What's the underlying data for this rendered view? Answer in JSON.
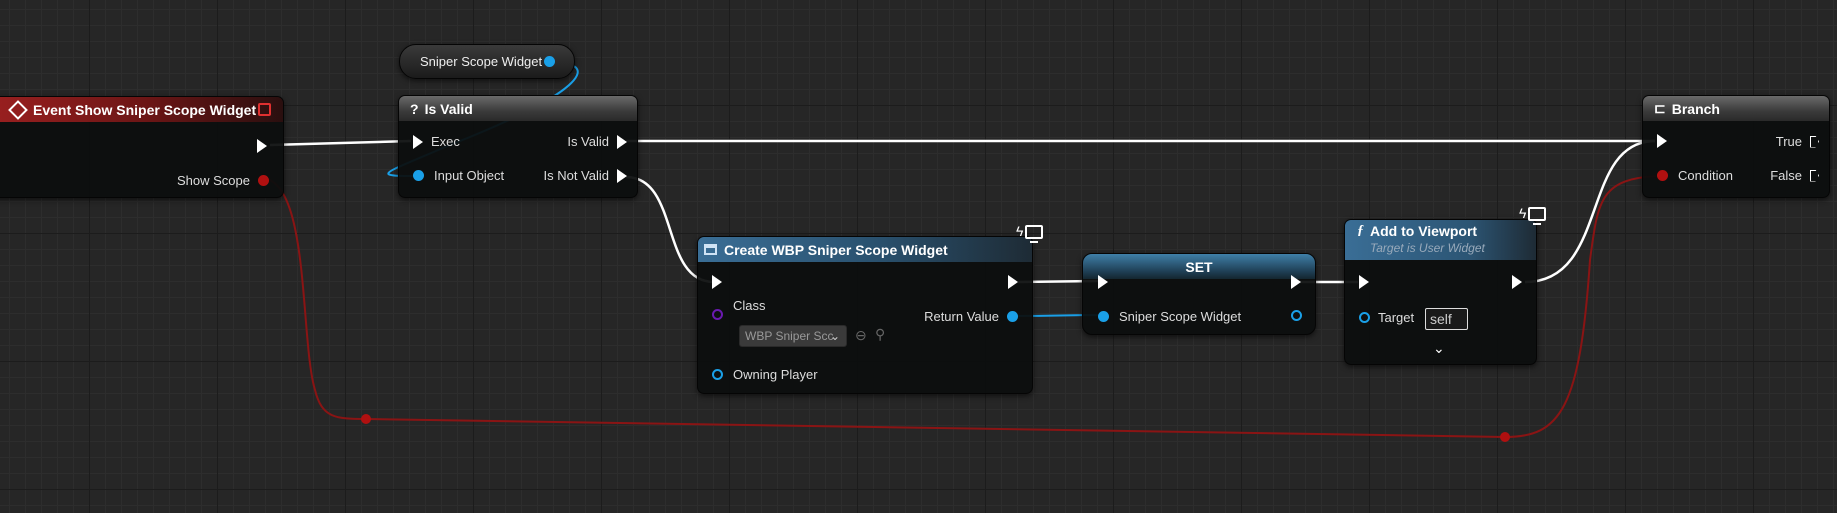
{
  "nodes": {
    "var_getter": {
      "label": "Sniper Scope Widget"
    },
    "event": {
      "title": "Event Show Sniper Scope Widget",
      "out_pin": "Show Scope"
    },
    "is_valid": {
      "title": "Is Valid",
      "exec_in": "Exec",
      "input": "Input Object",
      "out_valid": "Is Valid",
      "out_invalid": "Is Not Valid"
    },
    "create_widget": {
      "title": "Create WBP Sniper Scope Widget",
      "class_label": "Class",
      "class_value": "WBP Sniper Scc",
      "owning_player": "Owning Player",
      "return_value": "Return Value"
    },
    "set": {
      "title": "SET",
      "pin": "Sniper Scope Widget"
    },
    "add_viewport": {
      "title": "Add to Viewport",
      "subtitle": "Target is User Widget",
      "target_label": "Target",
      "target_value": "self"
    },
    "branch": {
      "title": "Branch",
      "condition": "Condition",
      "true": "True",
      "false": "False"
    }
  },
  "colors": {
    "exec": "#ffffff",
    "object": "#1aa0e8",
    "bool": "#b01010",
    "class": "#6a1ab0"
  }
}
